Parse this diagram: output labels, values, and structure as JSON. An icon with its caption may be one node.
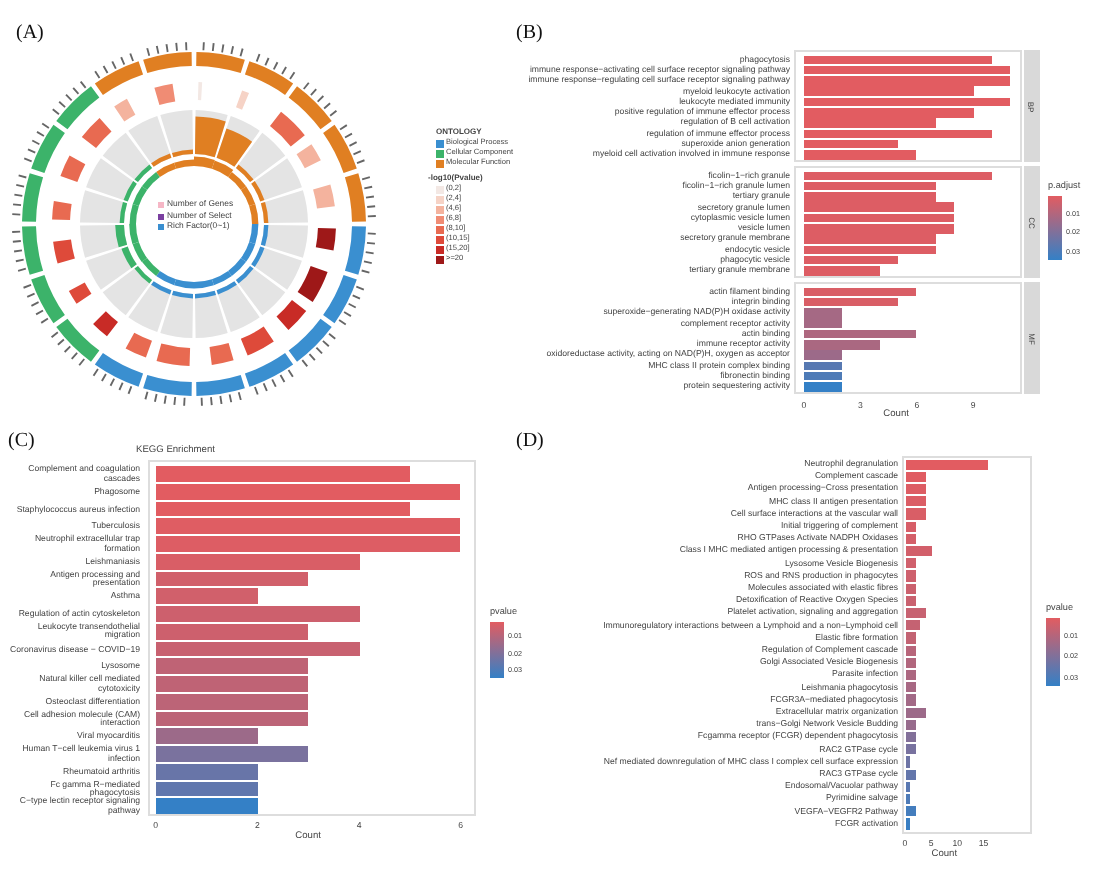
{
  "diagram": {
    "labels": [
      "(A)",
      "(B)",
      "(C)",
      "(D)",
      "ONTOLOGY",
      "-log10(Pvalue)",
      "phagocytosis",
      "immune response−activating cell surface receptor signaling pathway",
      "immune response−regulating cell surface receptor signaling pathway",
      "myeloid leukocyte activation",
      "leukocyte mediated immunity",
      "positive regulation of immune effector process",
      "regulation of B cell activation",
      "regulation of immune effector process",
      "superoxide anion generation",
      "myeloid cell activation involved in immune response",
      "ficolin−1−rich granule",
      "ficolin−1−rich granule lumen",
      "tertiary granule",
      "secretory granule lumen",
      "cytoplasmic vesicle lumen",
      "vesicle lumen",
      "secretory granule membrane",
      "endocytic vesicle",
      "phagocytic vesicle",
      "tertiary granule membrane",
      "actin filament binding",
      "integrin binding",
      "superoxide−generating NAD(P)H oxidase activity",
      "complement receptor activity",
      "actin binding",
      "immune receptor activity",
      "oxidoreductase activity, acting on NAD(P)H, oxygen as acceptor",
      "MHC class II protein complex binding",
      "fibronectin binding",
      "protein sequestering activity",
      "BP",
      "CC",
      "MF",
      "0",
      "3",
      "6",
      "9",
      "Count",
      "p.adjust",
      "0.01",
      "0.02",
      "0.03",
      "pvalue",
      "0.01",
      "0.02",
      "0.03",
      "Neutrophil degranulation",
      "Complement cascade",
      "Antigen processing−Cross presentation",
      "MHC class II antigen presentation",
      "Cell surface interactions at the vascular wall",
      "Initial triggering of complement",
      "RHO GTPases Activate NADPH Oxidases",
      "Class I MHC mediated antigen processing & presentation",
      "Lysosome Vesicle Biogenesis",
      "ROS and RNS production in phagocytes",
      "Molecules associated with elastic fibres",
      "Detoxification of Reactive Oxygen Species",
      "Platelet activation, signaling and aggregation",
      "Immunoregulatory interactions between a Lymphoid and a non−Lymphoid cell",
      "Elastic fibre formation",
      "Regulation of Complement cascade",
      "Golgi Associated Vesicle Biogenesis",
      "Parasite infection",
      "Leishmania phagocytosis",
      "FCGR3A−mediated phagocytosis",
      "Extracellular matrix organization",
      "trans−Golgi Network Vesicle Budding",
      "Fcgamma receptor (FCGR) dependent phagocytosis",
      "RAC2 GTPase cycle",
      "Nef mediated downregulation of MHC class I complex cell surface expression",
      "RAC3 GTPase cycle",
      "Endosomal/Vacuolar pathway",
      "Pyrimidine salvage",
      "VEGFA−VEGFR2 Pathway",
      "FCGR activation",
      "0",
      "5",
      "10",
      "15",
      "Count",
      "pvalue",
      "0.01",
      "0.02",
      "0.03"
    ],
    "legend": [
      {
        "text": "Biological Process",
        "color": "#3a8fd0"
      },
      {
        "text": "Cellular Component",
        "color": "#3cb36a"
      },
      {
        "text": "Molecular Function",
        "color": "#e07f22"
      },
      {
        "text": "(0,2]",
        "color": "#f3e8e4"
      },
      {
        "text": "(2,4]",
        "color": "#f6d3c6"
      },
      {
        "text": "(4,6]",
        "color": "#f4b39e"
      },
      {
        "text": "(6,8]",
        "color": "#f08c74"
      },
      {
        "text": "(8,10]",
        "color": "#e86a51"
      },
      {
        "text": "(10,15]",
        "color": "#de4a3a"
      },
      {
        "text": "(15,20]",
        "color": "#c82b26"
      },
      {
        "text": ">=20",
        "color": "#9e1818"
      },
      {
        "text": "Number of Genes",
        "color": "#f6b7c6"
      },
      {
        "text": "Number of Select",
        "color": "#7a3fa0"
      },
      {
        "text": "Rich Factor(0~1)",
        "color": "#3a8fd0"
      }
    ],
    "chart_data": {
      "type": "bar",
      "orientation": "horizontal",
      "title": "KEGG Enrichment",
      "xlabel": "Count",
      "categories": [
        "Complement and coagulation cascades",
        "Phagosome",
        "Staphylococcus aureus infection",
        "Tuberculosis",
        "Neutrophil extracellular trap formation",
        "Leishmaniasis",
        "Antigen processing and presentation",
        "Asthma",
        "Regulation of actin cytoskeleton",
        "Leukocyte transendothelial migration",
        "Coronavirus disease − COVID−19",
        "Lysosome",
        "Natural killer cell mediated cytotoxicity",
        "Osteoclast differentiation",
        "Cell adhesion molecule (CAM) interaction",
        "Viral myocarditis",
        "Human T−cell leukemia virus 1 infection",
        "Rheumatoid arthritis",
        "Fc gamma R−mediated phagocytosis",
        "C−type lectin receptor signaling pathway"
      ],
      "values": [
        5,
        6,
        5,
        6,
        6,
        4,
        3,
        2,
        4,
        3,
        4,
        3,
        3,
        3,
        3,
        2,
        3,
        2,
        2,
        2
      ],
      "xticks": [
        0,
        2,
        4,
        6
      ],
      "xlim": [
        -0.15,
        6.3
      ]
    }
  }
}
